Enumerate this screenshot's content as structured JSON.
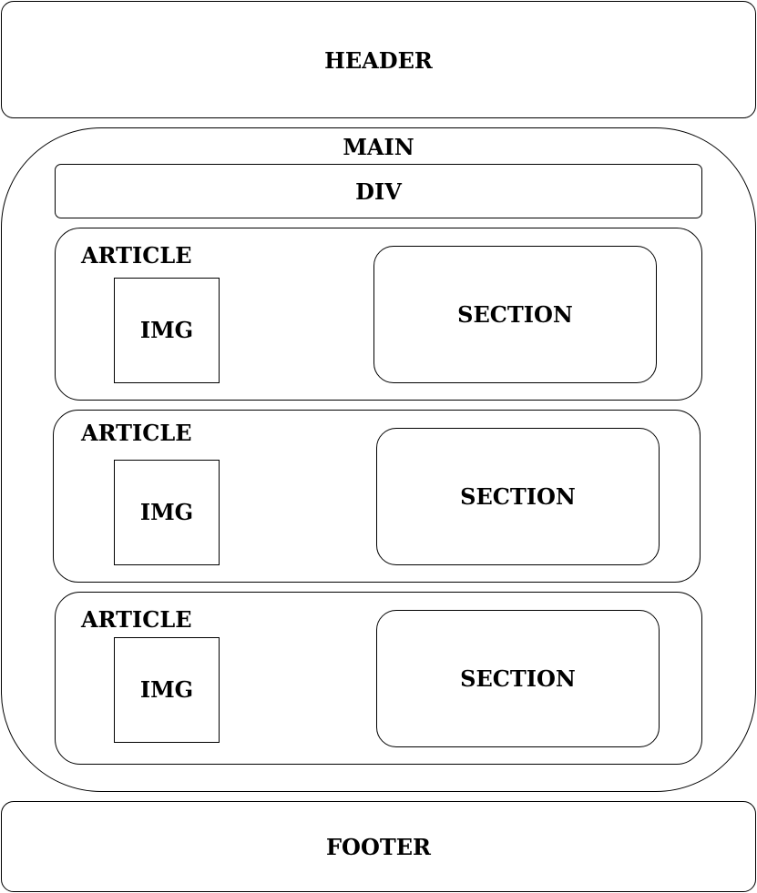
{
  "header": {
    "label": "HEADER"
  },
  "main": {
    "label": "MAIN",
    "div": {
      "label": "DIV"
    },
    "articles": [
      {
        "label": "ARTICLE",
        "img_label": "IMG",
        "section_label": "SECTION"
      },
      {
        "label": "ARTICLE",
        "img_label": "IMG",
        "section_label": "SECTION"
      },
      {
        "label": "ARTICLE",
        "img_label": "IMG",
        "section_label": "SECTION"
      }
    ]
  },
  "footer": {
    "label": "FOOTER"
  }
}
